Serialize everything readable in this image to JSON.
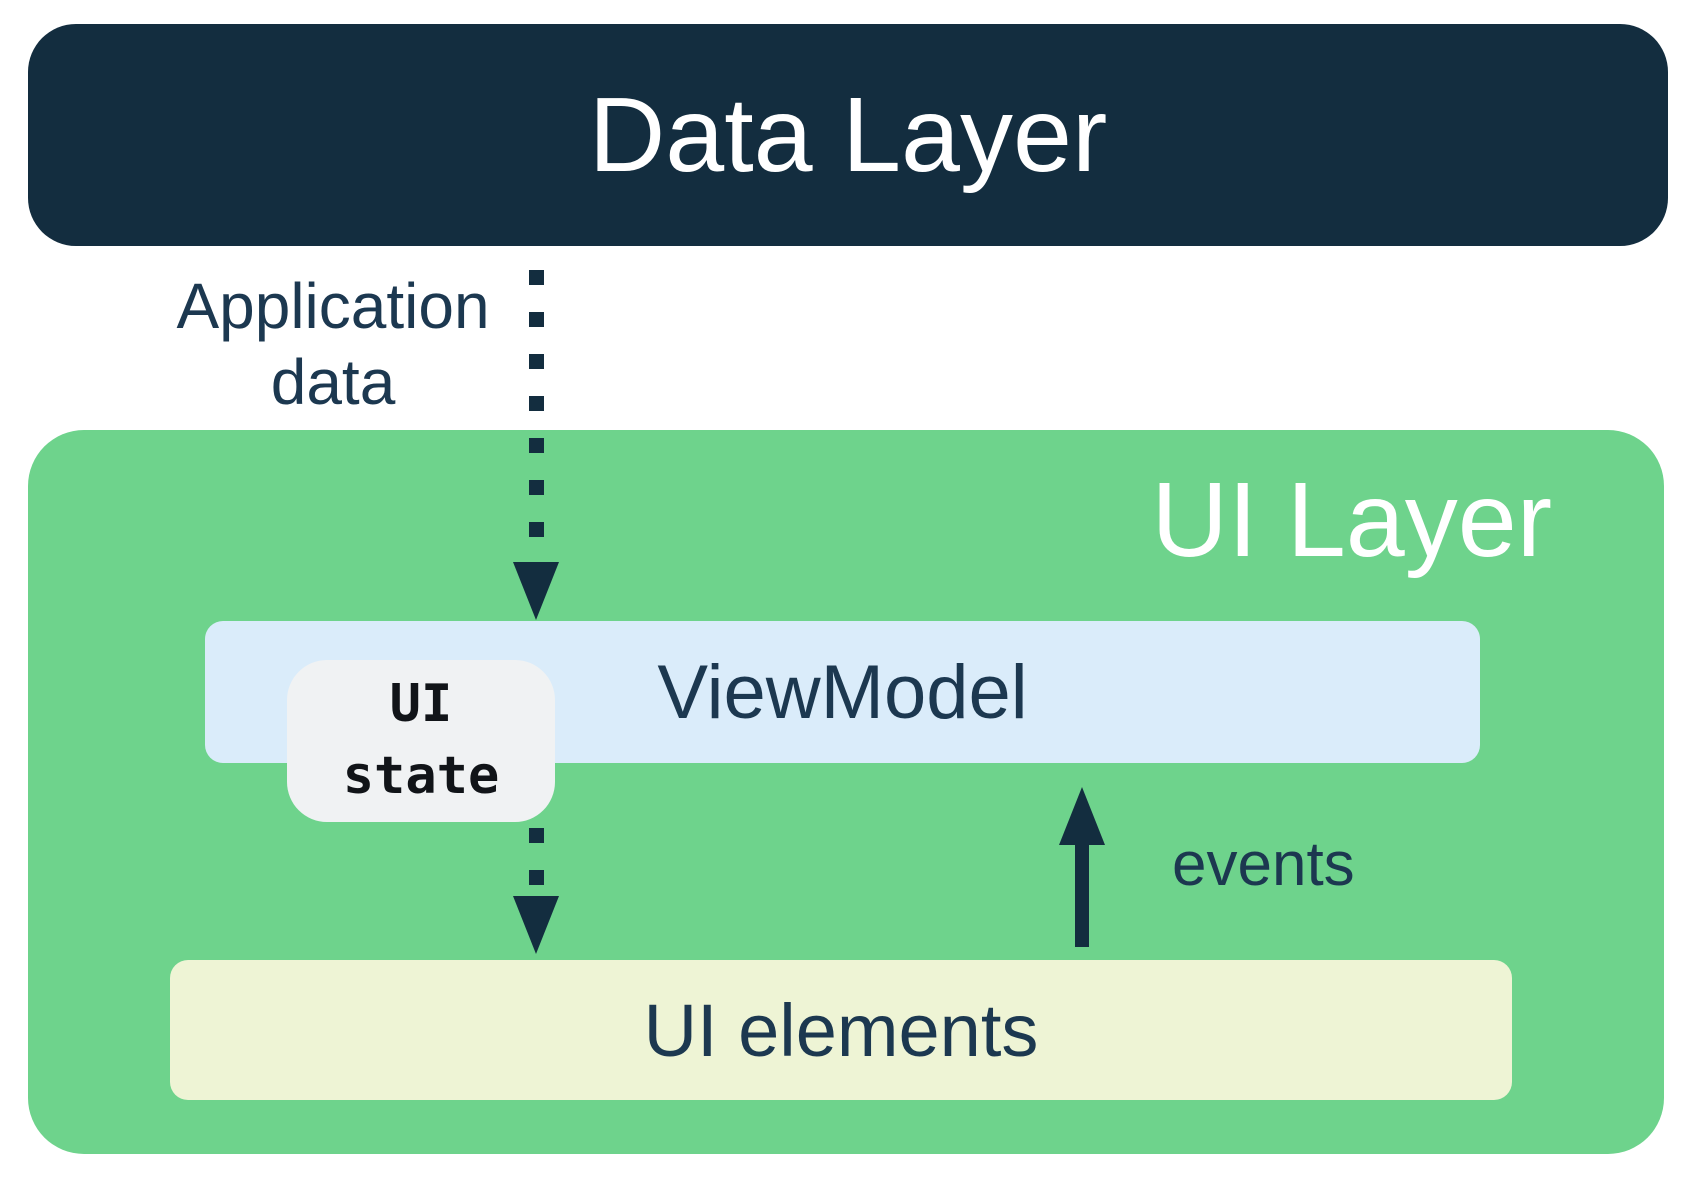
{
  "data_layer": {
    "label": "Data Layer"
  },
  "ui_layer": {
    "label": "UI Layer"
  },
  "viewmodel": {
    "label": "ViewModel"
  },
  "ui_state": {
    "label": "UI\nstate"
  },
  "ui_elements": {
    "label": "UI elements"
  },
  "arrows": {
    "application_data": {
      "label": "Application\ndata",
      "style": "dotted",
      "direction": "down",
      "from": "Data Layer",
      "to": "ViewModel and UI elements"
    },
    "events": {
      "label": "events",
      "style": "solid",
      "direction": "up",
      "from": "UI elements",
      "to": "ViewModel"
    }
  },
  "colors": {
    "navy": "#132d3f",
    "navy_text": "#1c3850",
    "green": "#6ed38c",
    "light_blue": "#daecfa",
    "cream": "#eef4d5",
    "gray_pill": "#f0f2f3",
    "pill_text": "#111418",
    "white": "#ffffff"
  }
}
